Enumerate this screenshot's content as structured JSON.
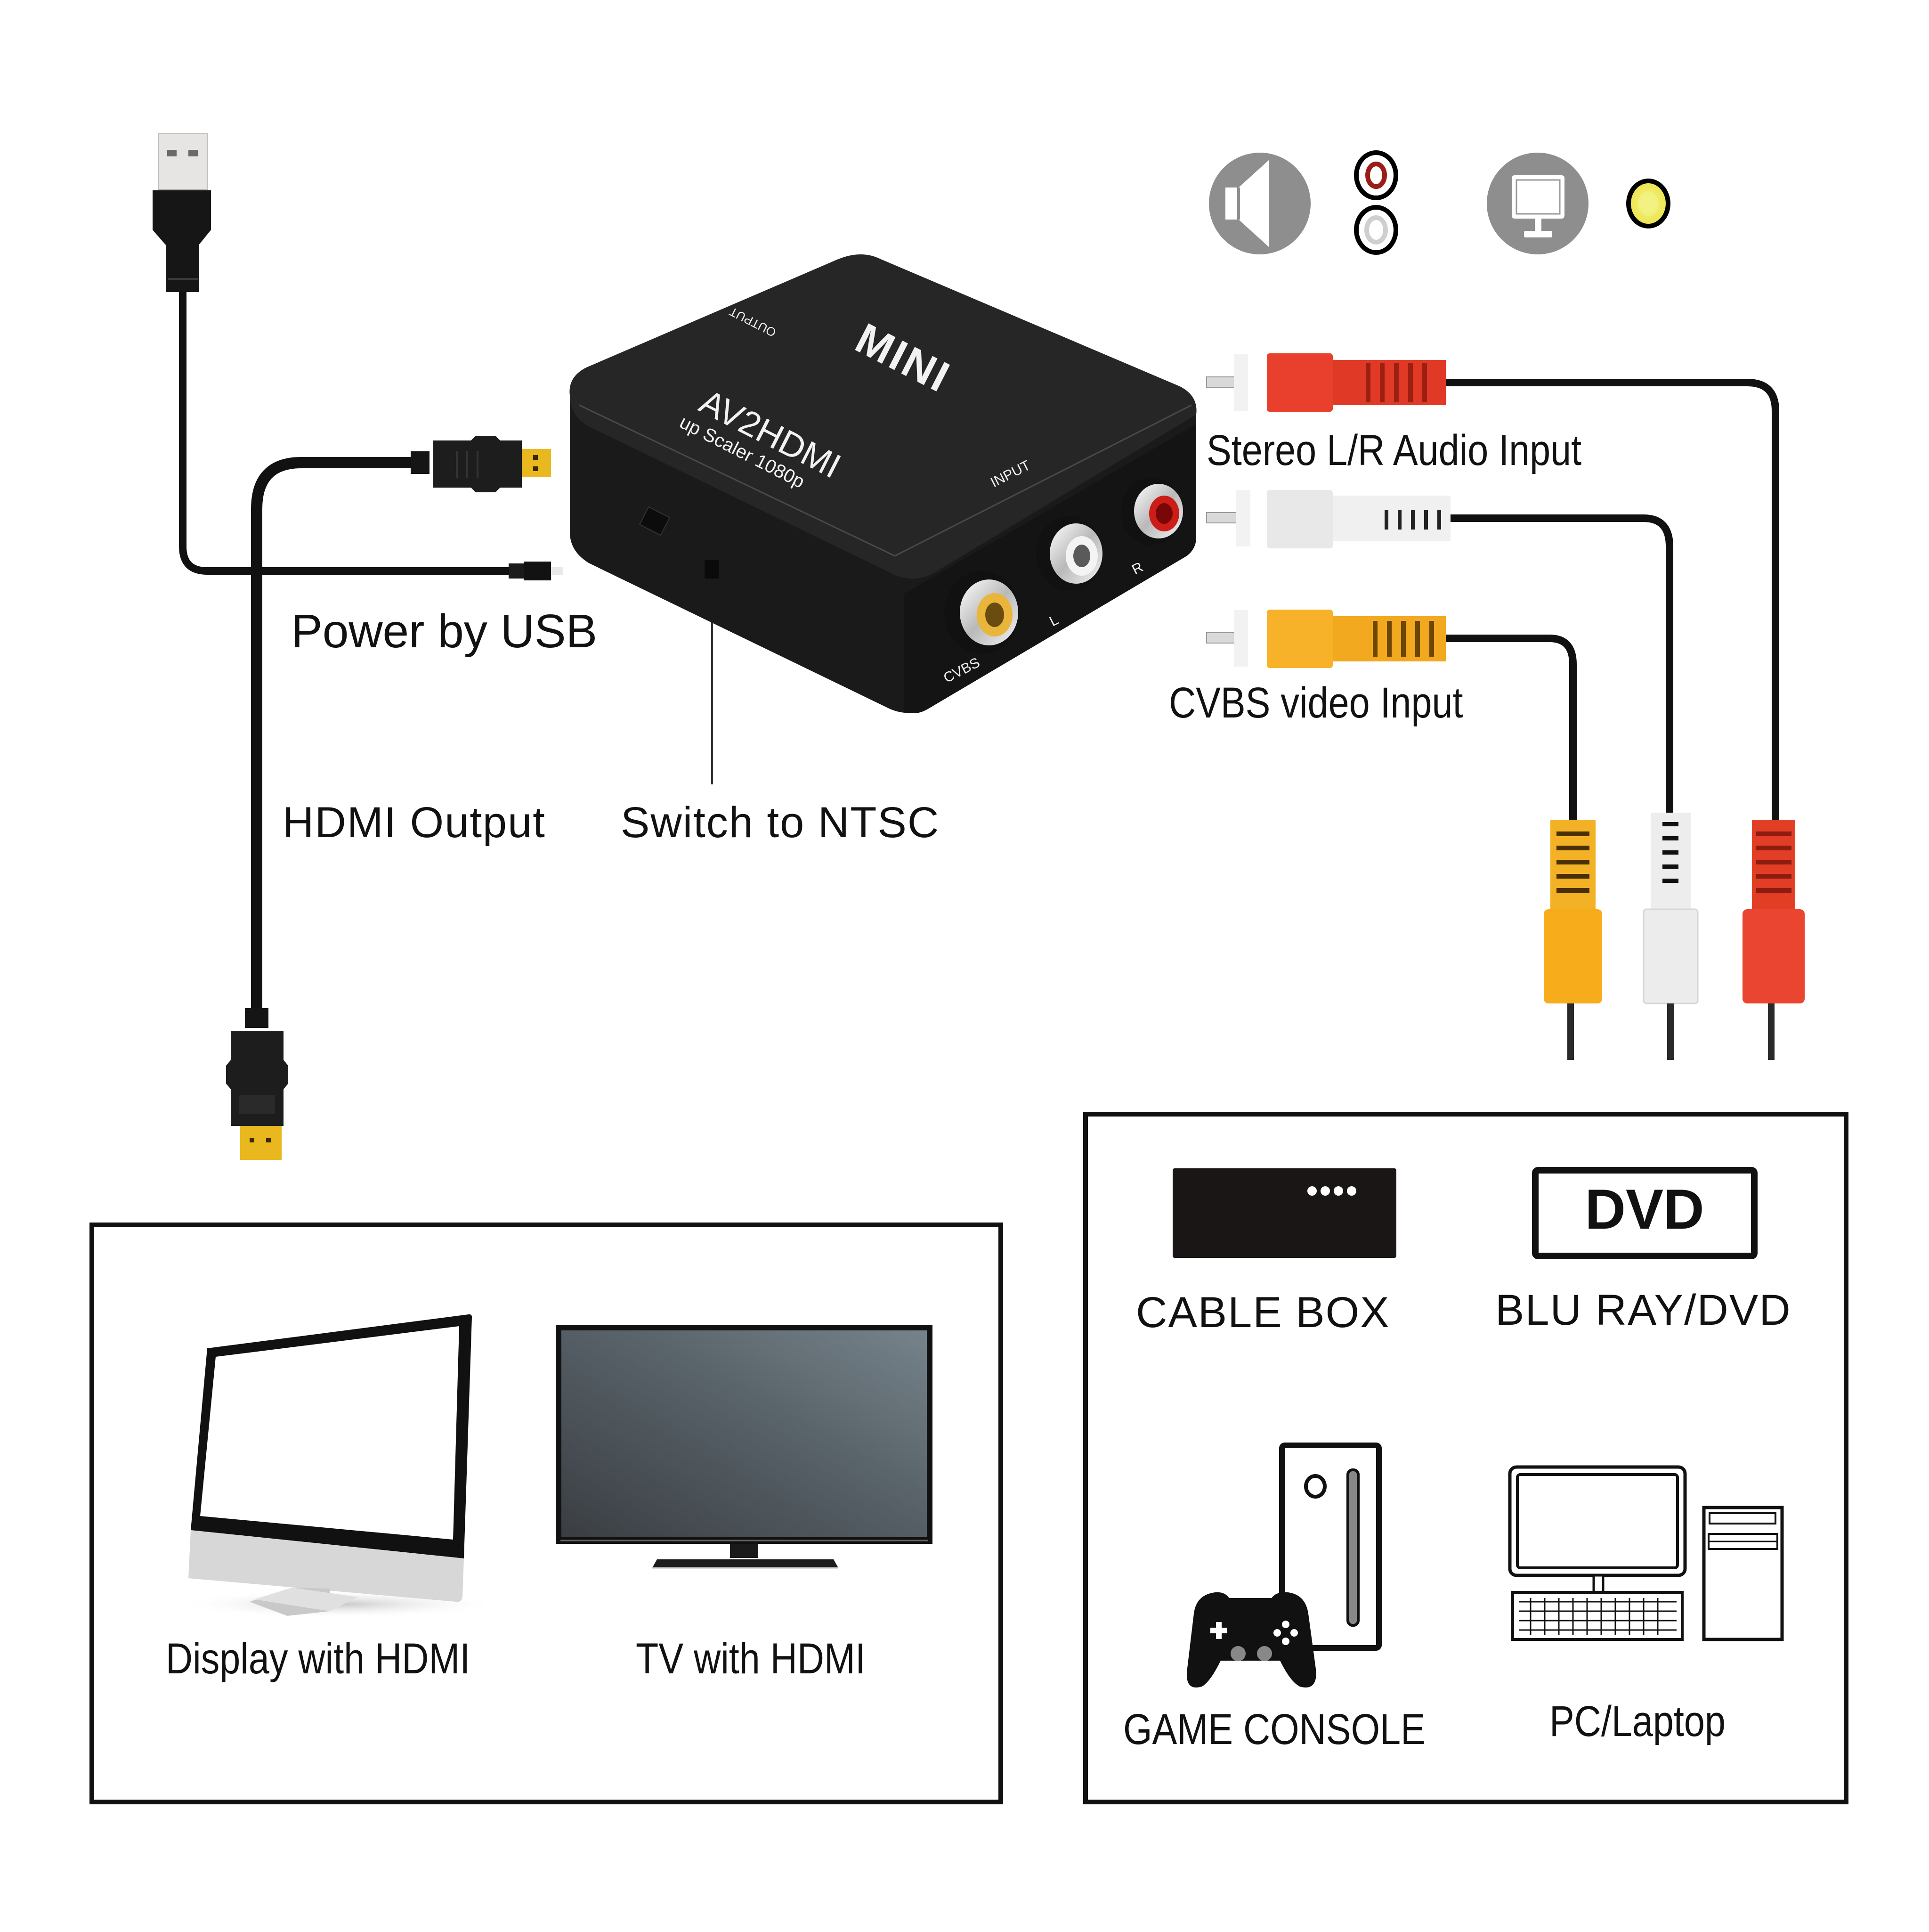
{
  "device": {
    "brand": "MINI",
    "model": "AV2HDMI",
    "subtitle": "up Scaler 1080p",
    "panel_labels": {
      "top": "OUTPUT",
      "input": "INPUT"
    },
    "jack_labels": {
      "video": "CVBS",
      "left": "L",
      "right": "R"
    }
  },
  "callouts": {
    "power": "Power by USB",
    "hdmi_output": "HDMI Output",
    "ntsc_switch": "Switch to NTSC",
    "audio_input": "Stereo L/R Audio Input",
    "video_input": "CVBS video Input"
  },
  "legend": {
    "audio_icon": "speaker-icon",
    "audio_jacks": [
      "red",
      "white"
    ],
    "video_icon": "monitor-icon",
    "video_jacks": [
      "yellow"
    ]
  },
  "output_devices": {
    "items": [
      {
        "label": "Display with HDMI",
        "icon": "monitor-icon"
      },
      {
        "label": "TV with HDMI",
        "icon": "tv-icon"
      }
    ]
  },
  "input_sources": {
    "items": [
      {
        "label": "CABLE BOX",
        "icon": "cable-box-icon"
      },
      {
        "label": "BLU RAY/DVD",
        "icon": "dvd-player-icon",
        "badge": "DVD"
      },
      {
        "label": "GAME CONSOLE",
        "icon": "game-console-icon"
      },
      {
        "label": "PC/Laptop",
        "icon": "desktop-pc-icon"
      }
    ]
  },
  "colors": {
    "rca_red": "#e8402c",
    "rca_white": "#e6e6e6",
    "rca_yellow": "#f7b22a",
    "hdmi_gold": "#e9b81e",
    "device_body": "#1e1e1e",
    "cable": "#111111",
    "icon_grey": "#8e8e8e"
  }
}
